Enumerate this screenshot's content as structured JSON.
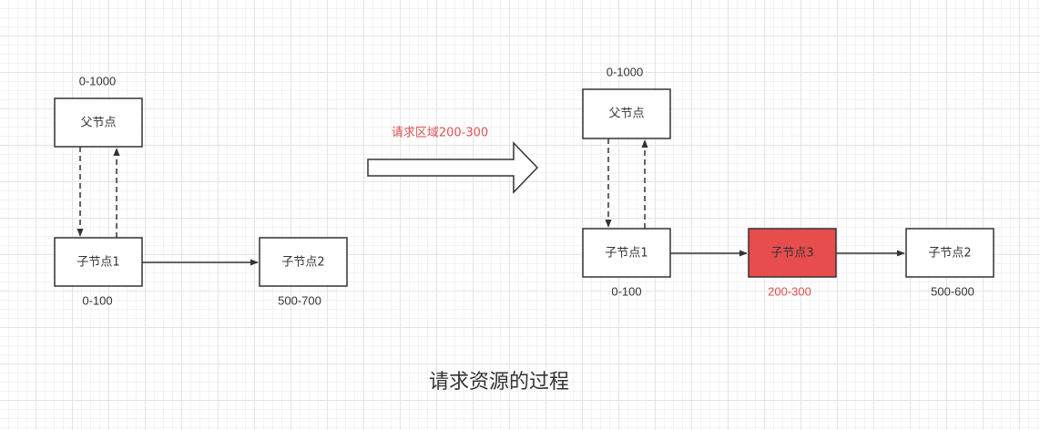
{
  "colors": {
    "highlight_fill": "#e84d4d",
    "highlight_text": "#e05050",
    "stroke": "#333333",
    "text": "#333333"
  },
  "before": {
    "parent": {
      "label": "父节点",
      "range": "0-1000"
    },
    "child1": {
      "label": "子节点1",
      "range": "0-100"
    },
    "child2": {
      "label": "子节点2",
      "range": "500-700"
    }
  },
  "transition": {
    "label": "请求区域200-300"
  },
  "after": {
    "parent": {
      "label": "父节点",
      "range": "0-1000"
    },
    "child1": {
      "label": "子节点1",
      "range": "0-100"
    },
    "child3": {
      "label": "子节点3",
      "range": "200-300"
    },
    "child2": {
      "label": "子节点2",
      "range": "500-600"
    }
  },
  "caption": "请求资源的过程"
}
